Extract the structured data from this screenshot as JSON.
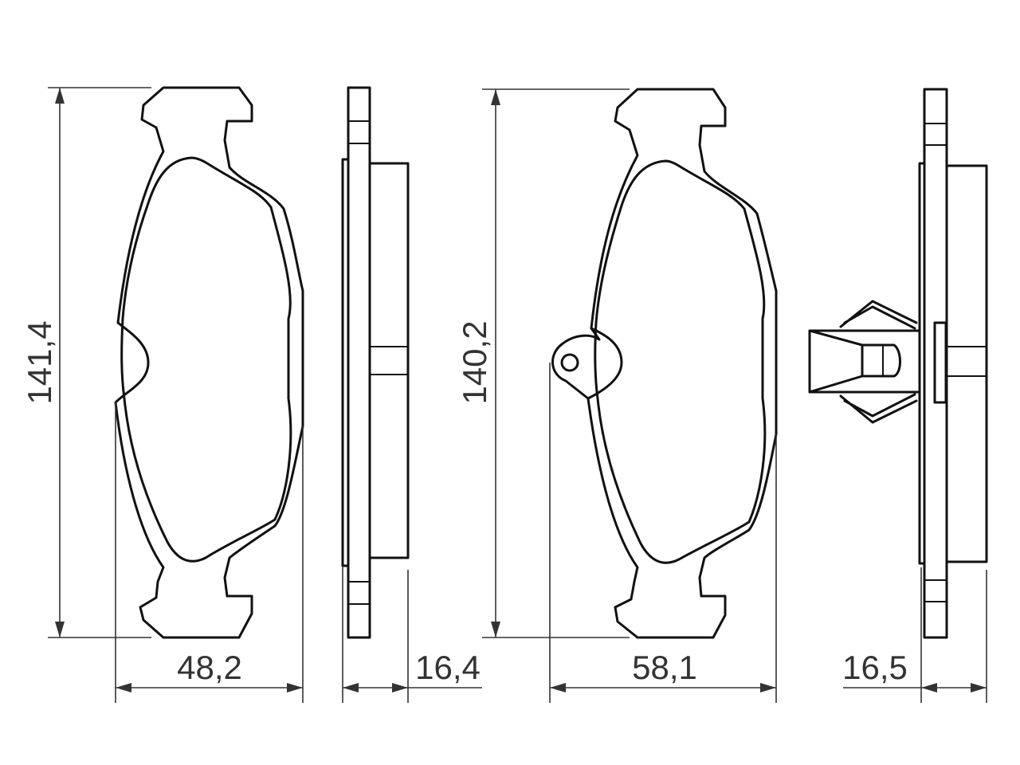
{
  "dimensions": {
    "left_pad_height": "141,4",
    "left_pad_width": "48,2",
    "left_pad_thickness": "16,4",
    "right_pad_height": "140,2",
    "right_pad_width": "58,1",
    "right_pad_thickness": "16,5"
  },
  "colors": {
    "line": "#111111",
    "dimension": "#333333",
    "background": "#ffffff"
  }
}
